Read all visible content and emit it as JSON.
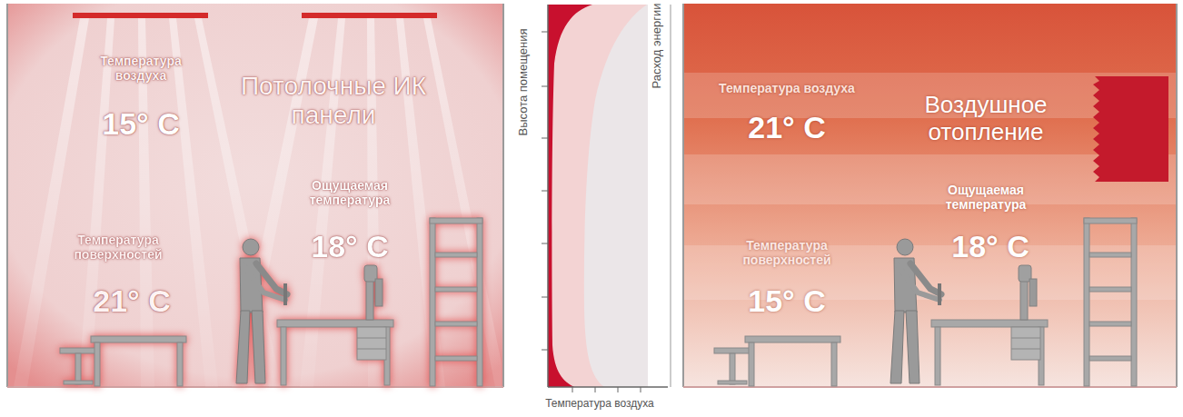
{
  "diagram": {
    "labels": [
      "Температура воздуха",
      "15° C",
      "Потолочные ИК панели",
      "Ощущаемая температура",
      "18° C",
      "Температура поверхностей",
      "21° C",
      "Высота помещения",
      "Расход энергии",
      "Температура воздуха",
      "Температура воздуха",
      "21° C",
      "Воздушное отопление",
      "Ощущаемая температура",
      "18° C",
      "Температура поверхностей",
      "15° C"
    ]
  }
}
